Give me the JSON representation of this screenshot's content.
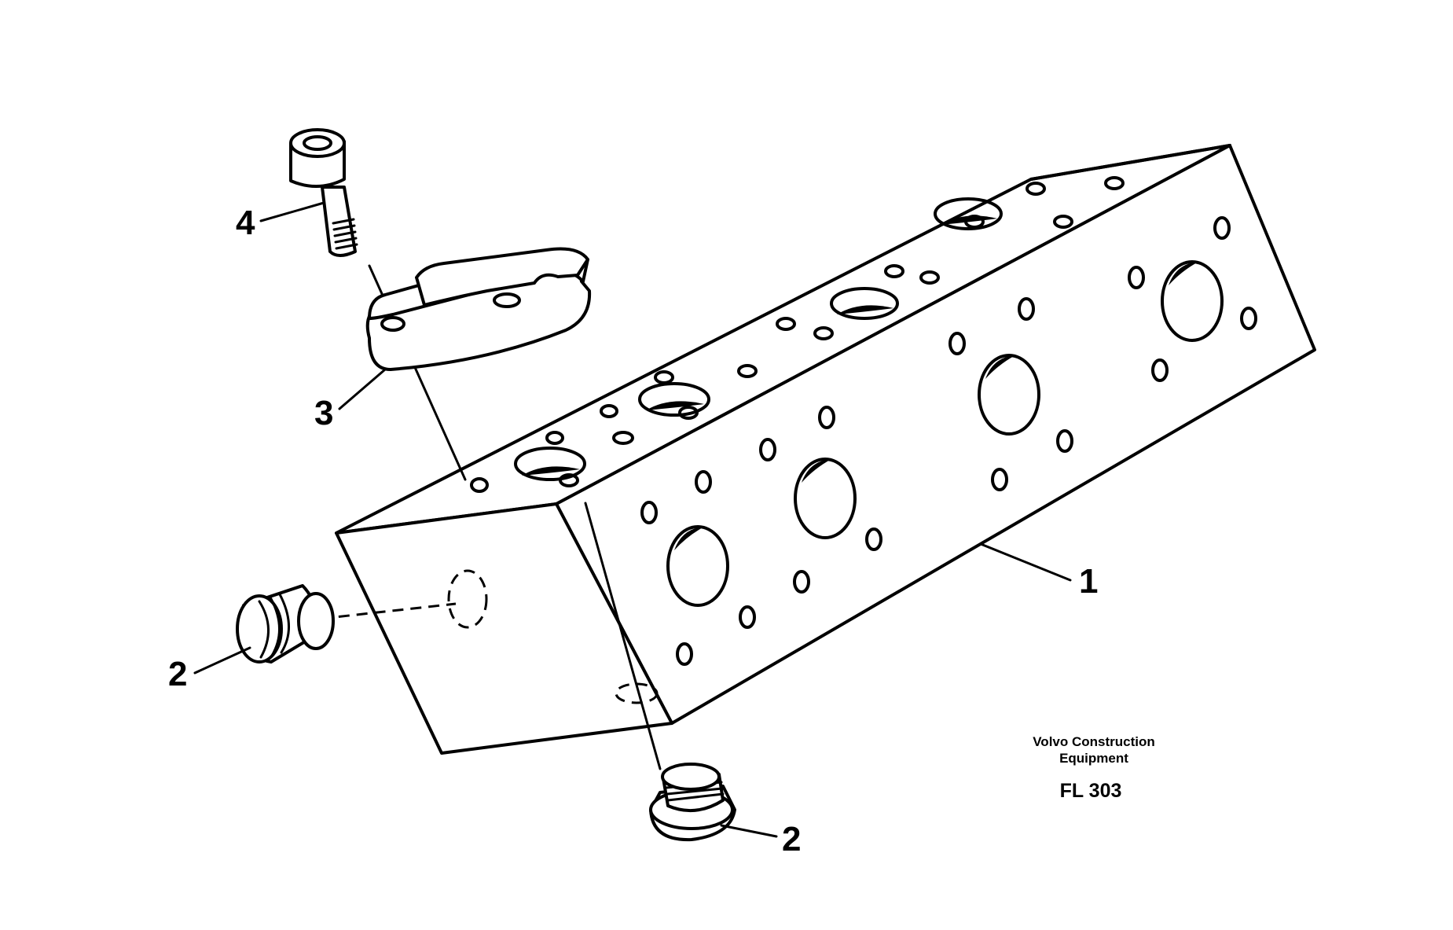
{
  "parts": [
    {
      "id": "block",
      "label": "1",
      "icon": "valve-block-icon"
    },
    {
      "id": "plug-side",
      "label": "2",
      "icon": "plug-icon"
    },
    {
      "id": "plug-bottom",
      "label": "2",
      "icon": "plug-icon"
    },
    {
      "id": "flange",
      "label": "3",
      "icon": "flange-icon"
    },
    {
      "id": "screw",
      "label": "4",
      "icon": "screw-icon"
    }
  ],
  "footer": {
    "brand_line1": "Volvo Construction",
    "brand_line2": "Equipment",
    "code": "FL 303"
  }
}
